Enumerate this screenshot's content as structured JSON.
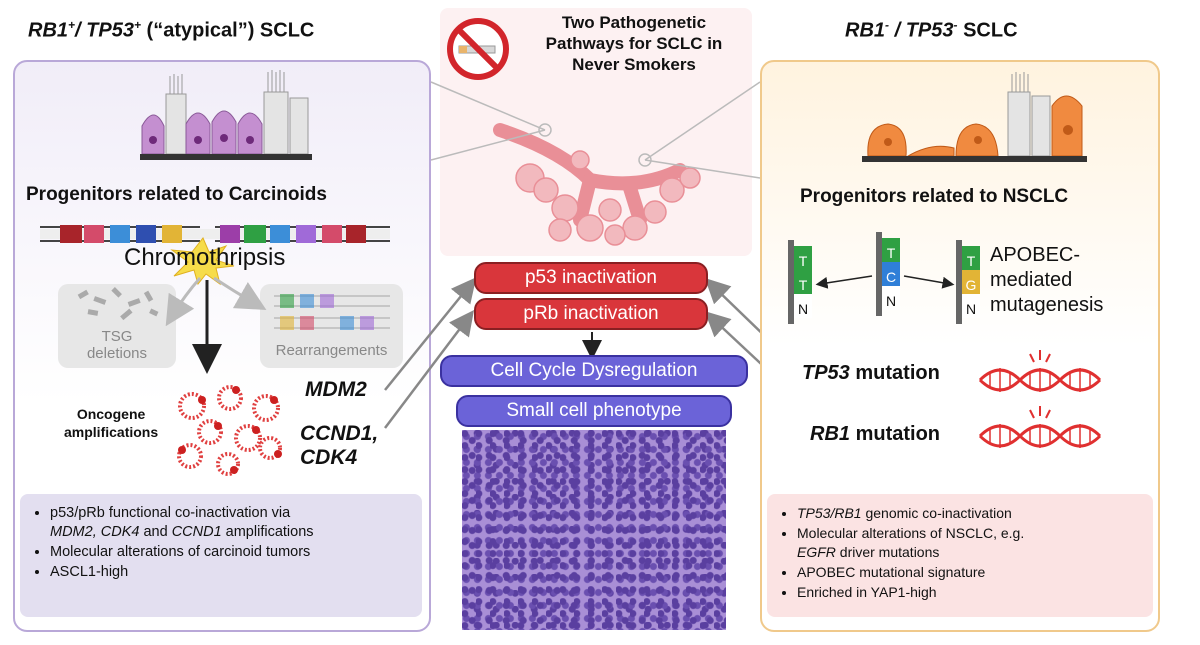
{
  "header": {
    "left_title_prefix": "RB1",
    "left_title_sup1": "+",
    "left_title_sep": "/",
    "left_title_gene2": "TP53",
    "left_title_sup2": "+",
    "left_title_suffix": "(“atypical”) SCLC",
    "center_title_l1": "Two Pathogenetic",
    "center_title_l2": "Pathways for SCLC in",
    "center_title_l3": "Never Smokers",
    "right_title_gene1": "RB1",
    "right_title_sup1": "-",
    "right_title_sep": "/",
    "right_title_gene2": "TP53",
    "right_title_sup2": "-",
    "right_title_suffix": "SCLC"
  },
  "left": {
    "subheading": "Progenitors related to Carcinoids",
    "chromothripsis": "Chromothripsis",
    "tsg_line1": "TSG",
    "tsg_line2": "deletions",
    "rearrangements": "Rearrangements",
    "oncogene_line1": "Oncogene",
    "oncogene_line2": "amplifications",
    "mdm2": "MDM2",
    "ccnd1": "CCND1,",
    "cdk4": "CDK4",
    "notes": {
      "n1_a": "p53/pRb functional co-inactivation via",
      "n1_b_g1": "MDM2, CDK4",
      "n1_b_and": " and ",
      "n1_b_g2": "CCND1",
      "n1_b_end": " amplifications",
      "n2": "Molecular alterations of carcinoid tumors",
      "n3": "ASCL1-high"
    }
  },
  "center": {
    "p53": "p53 inactivation",
    "prb": "pRb inactivation",
    "cycle": "Cell Cycle Dysregulation",
    "phenotype": "Small cell phenotype"
  },
  "right": {
    "subheading": "Progenitors related to NSCLC",
    "apobec_l1": "APOBEC-",
    "apobec_l2": "mediated",
    "apobec_l3": "mutagenesis",
    "base_left": [
      "T",
      "T",
      "N"
    ],
    "base_mid": [
      "T",
      "C",
      "N"
    ],
    "base_right": [
      "T",
      "G",
      "N"
    ],
    "tp53_gene": "TP53",
    "rb1_gene": "RB1",
    "mutation_word": "mutation",
    "notes": {
      "n1_gene": "TP53/RB1",
      "n1_rest": " genomic co-inactivation",
      "n2_a": "Molecular alterations of NSCLC, e.g.",
      "n2_b_gene": "EGFR",
      "n2_b_rest": " driver mutations",
      "n3": "APOBEC mutational signature",
      "n4": "Enriched in YAP1-high"
    }
  },
  "colors": {
    "red_pill": "#d9363b",
    "blue_pill": "#6b63d8",
    "left_border": "#b9a8d8",
    "right_border": "#f0c98b"
  }
}
